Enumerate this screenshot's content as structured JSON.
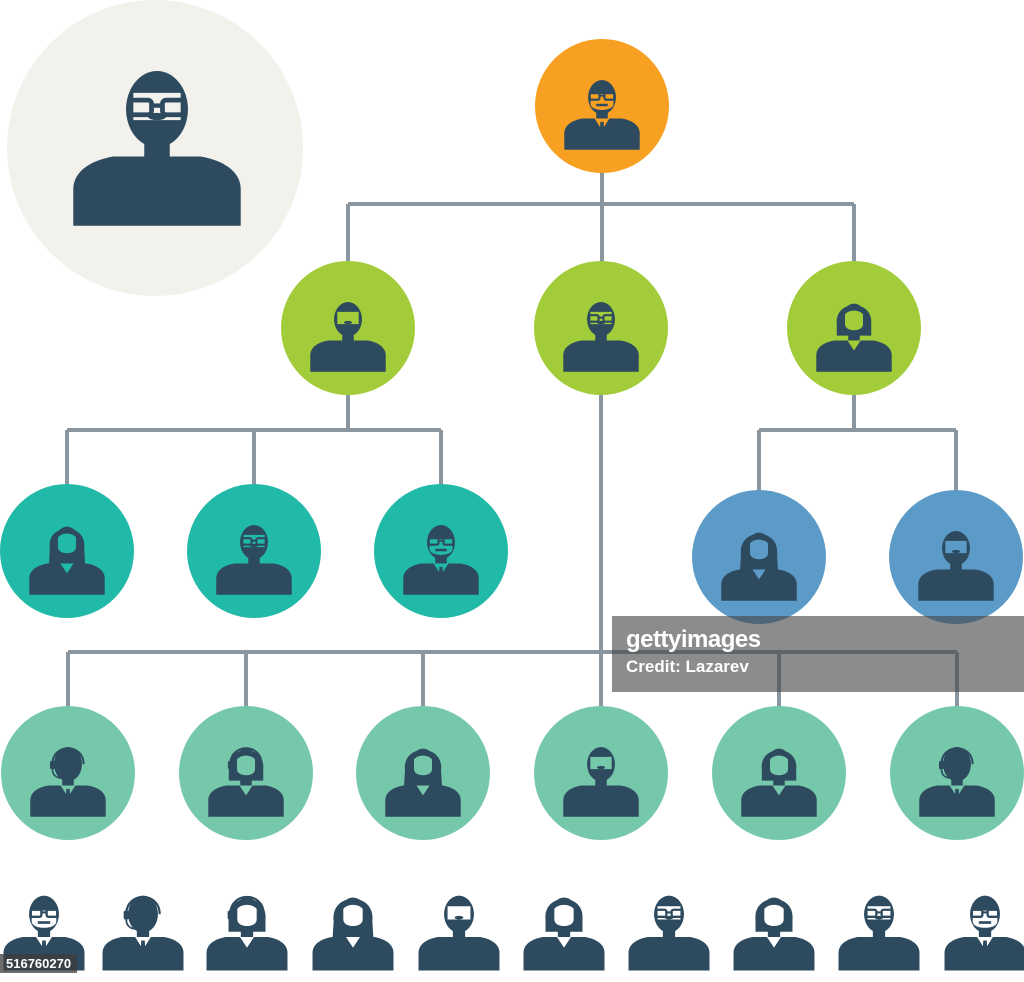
{
  "colors": {
    "ink": "#2d4a5f",
    "connector": "#8a97a0",
    "featured_bg": "#f3f1ec",
    "level_colors": [
      "#f7a022",
      "#a2cc3a",
      "#21b9a7",
      "#5c9bc8",
      "#76c8ab"
    ]
  },
  "featured_avatar": {
    "icon": "man-glasses-beard-icon"
  },
  "org_chart": {
    "nodes": [
      {
        "id": "ceo",
        "level": 0,
        "parent": null,
        "icon": "man-bald-glasses-tie-icon"
      },
      {
        "id": "manager-left",
        "level": 1,
        "parent": "ceo",
        "icon": "man-beard-icon"
      },
      {
        "id": "manager-center",
        "level": 1,
        "parent": "ceo",
        "icon": "man-glasses-beard-icon"
      },
      {
        "id": "manager-right",
        "level": 1,
        "parent": "ceo",
        "icon": "woman-short-hair-icon"
      },
      {
        "id": "lead-1",
        "level": 2,
        "parent": "manager-left",
        "icon": "woman-suit-icon"
      },
      {
        "id": "lead-2",
        "level": 2,
        "parent": "manager-left",
        "icon": "man-glasses-beard-icon"
      },
      {
        "id": "lead-3",
        "level": 2,
        "parent": "manager-left",
        "icon": "man-bald-glasses-tie-icon"
      },
      {
        "id": "lead-4",
        "level": 3,
        "parent": "manager-right",
        "icon": "woman-long-hair-icon"
      },
      {
        "id": "lead-5",
        "level": 3,
        "parent": "manager-right",
        "icon": "man-beard-icon"
      },
      {
        "id": "staff-1",
        "level": 4,
        "parent": "staff-bus",
        "icon": "man-headset-tie-icon"
      },
      {
        "id": "staff-2",
        "level": 4,
        "parent": "staff-bus",
        "icon": "woman-headset-icon"
      },
      {
        "id": "staff-3",
        "level": 4,
        "parent": "staff-bus",
        "icon": "woman-long-hair-icon"
      },
      {
        "id": "staff-4",
        "level": 4,
        "parent": "manager-center",
        "icon": "man-beard-icon"
      },
      {
        "id": "staff-5",
        "level": 4,
        "parent": "staff-bus",
        "icon": "woman-short-hair-icon"
      },
      {
        "id": "staff-6",
        "level": 4,
        "parent": "staff-bus",
        "icon": "man-headset-tie-icon"
      }
    ]
  },
  "icon_set": [
    "man-bald-glasses-tie-icon",
    "man-headset-tie-icon",
    "woman-headset-icon",
    "woman-long-hair-icon",
    "man-beard-icon",
    "woman-short-hair-icon",
    "man-glasses-beard-icon",
    "woman-short-hair-icon",
    "man-glasses-beard-icon",
    "man-bald-glasses-tie-icon"
  ],
  "watermark": {
    "brand": "gettyimages",
    "credit": "Credit: Lazarev"
  },
  "image_id": "516760270"
}
